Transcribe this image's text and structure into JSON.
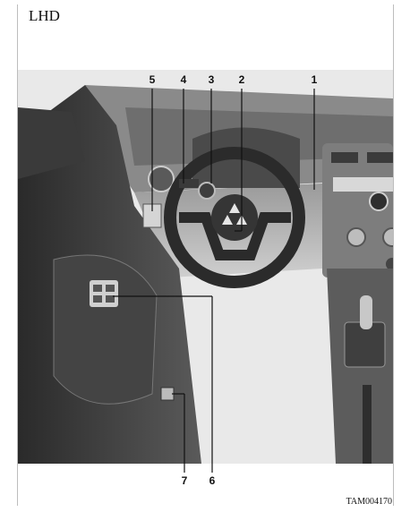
{
  "header": {
    "drive_side": "LHD"
  },
  "footer": {
    "figure_code": "TAM004170"
  },
  "callouts": [
    {
      "number": "1",
      "target": "wiper-washer-switch"
    },
    {
      "number": "2",
      "target": "horn-pad"
    },
    {
      "number": "3",
      "target": "ignition-switch"
    },
    {
      "number": "4",
      "target": "turn-headlight-switch"
    },
    {
      "number": "5",
      "target": "mirror-control-switch"
    },
    {
      "number": "6",
      "target": "power-window-switches"
    },
    {
      "number": "7",
      "target": "hood-release-lever"
    }
  ]
}
